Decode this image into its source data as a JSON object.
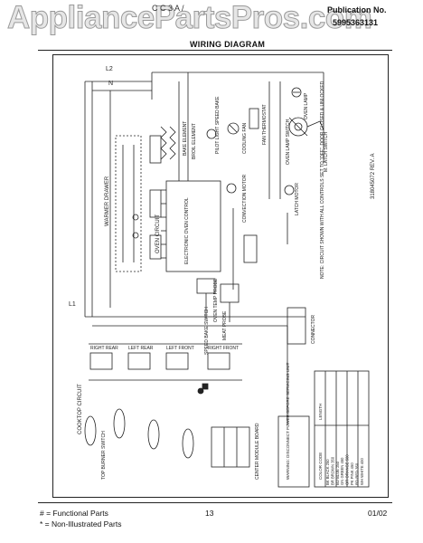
{
  "watermark": "AppliancePartsPros.com",
  "header": {
    "model_line": "C  C  3   A  /",
    "publication_label": "Publication No.",
    "publication_number": "5995363131",
    "title": "WIRING DIAGRAM"
  },
  "diagram": {
    "line_labels": {
      "n": "N",
      "l2": "L2",
      "l1": "L1"
    },
    "section_labels": {
      "warmer_drawer": "WARMER DRAWER",
      "oven_circuit": "OVEN CIRCUIT",
      "cooktop_circuit": "COOKTOP CIRCUIT"
    },
    "component_labels": {
      "bake_element": "BAKE ELEMENT",
      "broil_element": "BROIL ELEMENT",
      "pilot_light": "PILOT LIGHT SPEED BAKE",
      "cooling_fan": "COOLING FAN",
      "fan_thermostat": "FAN THERMOSTAT",
      "oven_lamp": "OVEN LAMP",
      "oven_lamp_switch": "OVEN LAMP SWITCH",
      "latch_switch": "M. LATCH SWITCH",
      "convection_motor": "CONVECTION MOTOR",
      "latch_motor": "LATCH MOTOR",
      "eoc": "ELECTRONIC OVEN CONTROL",
      "oven_temp_probe": "OVEN TEMP PROBE",
      "meat_probe": "MEAT PROBE",
      "speed_bake_switch": "SPEED BAKE SWITCH",
      "right_rear": "RIGHT REAR",
      "left_rear": "LEFT REAR",
      "left_front": "LEFT FRONT",
      "right_front": "RIGHT FRONT",
      "top_burner_switch": "TOP BURNER SWITCH",
      "center_module": "CENTER MODULE BOARD",
      "connector": "CONNECTOR",
      "note": "NOTE: CIRCUIT SHOWN WITH ALL CONTROLS SET TO \"OFF\". DOOR CLOSED & UNLOCKED",
      "rev": "318045072 REV. A"
    },
    "color_table": {
      "headers": [
        "COLOR CODE",
        "LENGTH"
      ],
      "rows": [
        [
          "BK",
          "BLACK",
          "250"
        ],
        [
          "BR",
          "BROWN",
          "350"
        ],
        [
          "BU",
          "BLUE",
          "250"
        ],
        [
          "GN",
          "GREEN",
          "450"
        ],
        [
          "OR",
          "ORANGE",
          "500"
        ],
        [
          "PK",
          "PINK",
          "450"
        ],
        [
          "RD",
          "RED",
          "350"
        ],
        [
          "WH",
          "WHITE",
          "400"
        ]
      ],
      "warning": "WARNING: DISCONNECT POWER BEFORE SERVICING UNIT"
    }
  },
  "footer": {
    "footnote_functional": "# = Functional Parts",
    "footnote_non_illustrated": "* = Non-Illustrated Parts",
    "page_number": "13",
    "date": "01/02"
  }
}
